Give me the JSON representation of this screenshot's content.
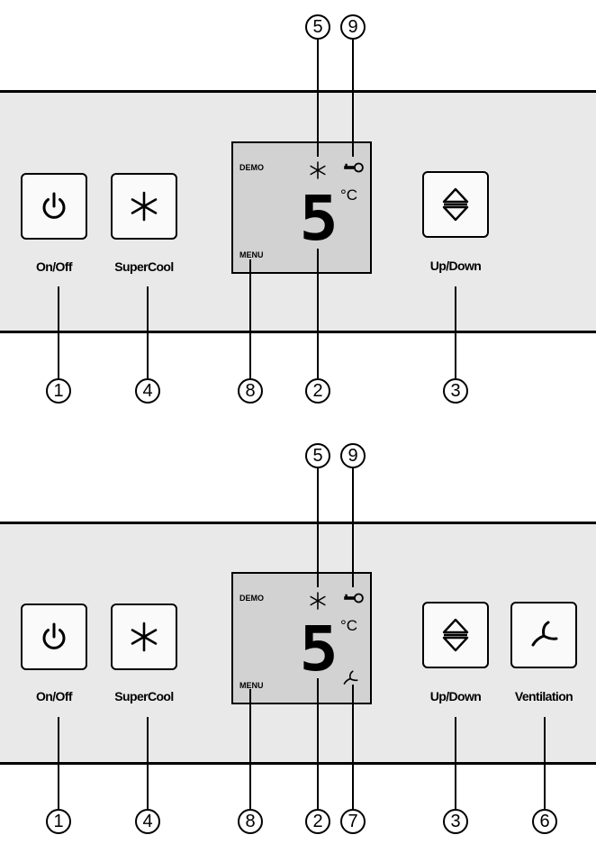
{
  "buttons": {
    "onoff_label": "On/Off",
    "supercool_label": "SuperCool",
    "updown_label": "Up/Down",
    "ventilation_label": "Ventilation"
  },
  "display": {
    "demo": "DEMO",
    "menu": "MENU",
    "digit": "5",
    "unit": "°C"
  },
  "callouts": {
    "c1": "1",
    "c2": "2",
    "c3": "3",
    "c4": "4",
    "c5": "5",
    "c6": "6",
    "c7": "7",
    "c8": "8",
    "c9": "9"
  },
  "icons": {
    "power": "power-icon",
    "supercool": "snowflake-icon",
    "updown": "up-down-arrows-icon",
    "ventilation": "fan-icon",
    "key": "key-icon"
  },
  "colors": {
    "panel": "#e9e9e9",
    "display": "#d2d2d2",
    "button": "#fafafa",
    "ink": "#000000"
  }
}
